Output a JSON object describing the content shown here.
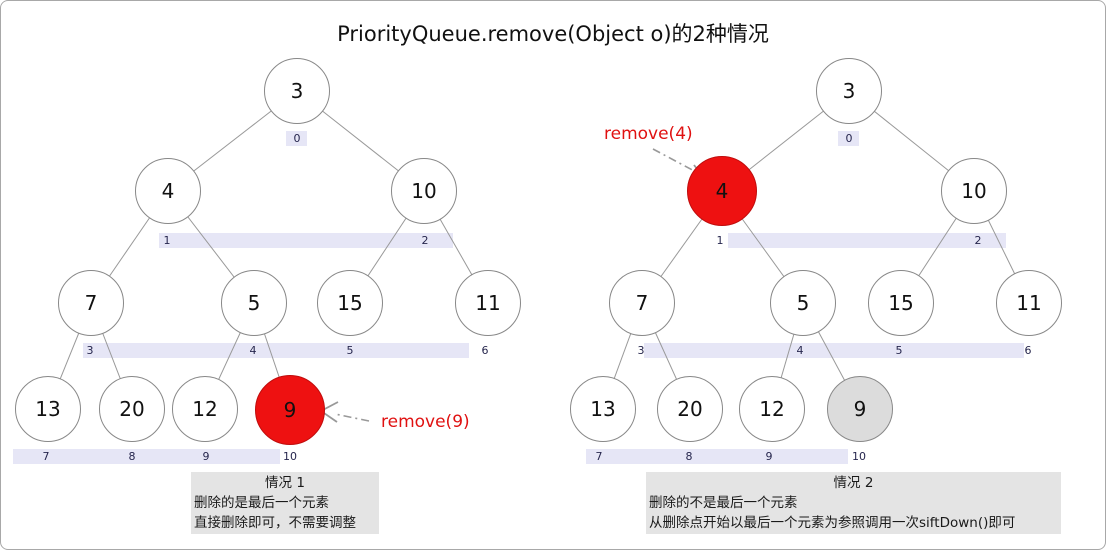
{
  "title": "PriorityQueue.remove(Object o)的2种情况",
  "left_tree": {
    "annotation_label": "remove(9)",
    "nodes": [
      {
        "value": "3",
        "index": "0"
      },
      {
        "value": "4",
        "index": "1"
      },
      {
        "value": "10",
        "index": "2"
      },
      {
        "value": "7",
        "index": "3"
      },
      {
        "value": "5",
        "index": "4"
      },
      {
        "value": "15",
        "index": "5"
      },
      {
        "value": "11",
        "index": "6"
      },
      {
        "value": "13",
        "index": "7"
      },
      {
        "value": "20",
        "index": "8"
      },
      {
        "value": "12",
        "index": "9"
      },
      {
        "value": "9",
        "index": "10",
        "highlight": "removed-red"
      }
    ],
    "caption": {
      "heading": "情况 1",
      "lines": [
        "删除的是最后一个元素",
        "直接删除即可，不需要调整"
      ]
    }
  },
  "right_tree": {
    "annotation_label": "remove(4)",
    "nodes": [
      {
        "value": "3",
        "index": "0"
      },
      {
        "value": "4",
        "index": "1",
        "highlight": "removed-red"
      },
      {
        "value": "10",
        "index": "2"
      },
      {
        "value": "7",
        "index": "3"
      },
      {
        "value": "5",
        "index": "4"
      },
      {
        "value": "15",
        "index": "5"
      },
      {
        "value": "11",
        "index": "6"
      },
      {
        "value": "13",
        "index": "7"
      },
      {
        "value": "20",
        "index": "8"
      },
      {
        "value": "12",
        "index": "9"
      },
      {
        "value": "9",
        "index": "10",
        "highlight": "last-element-gray"
      }
    ],
    "caption": {
      "heading": "情况 2",
      "lines": [
        "删除的不是最后一个元素",
        "从删除点开始以最后一个元素为参照调用一次siftDown()即可"
      ]
    }
  },
  "colors": {
    "removed_node_fill": "#ee1111",
    "last_element_fill": "#dcdcdc",
    "index_band_fill": "#e6e6f6",
    "caption_bg": "#e4e4e4",
    "annotation_text": "#e01111",
    "edge_stroke": "#999999"
  }
}
